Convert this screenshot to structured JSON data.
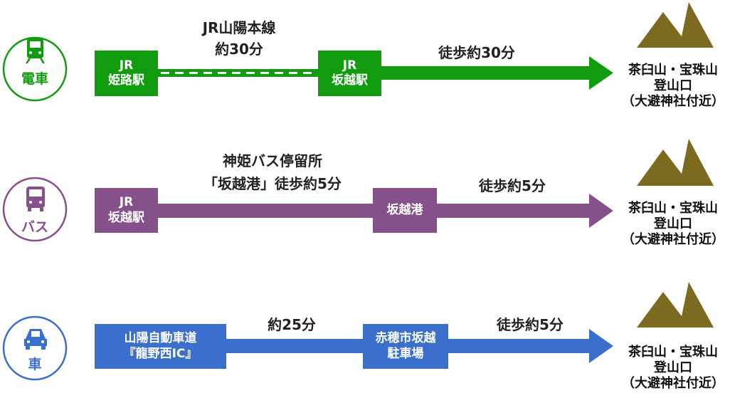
{
  "colors": {
    "train": "#109c0e",
    "bus": "#86508b",
    "car": "#3b6fcc",
    "mountain": "#7c6a21",
    "text": "#222222"
  },
  "destination": {
    "line1": "茶臼山・宝珠山",
    "line2": "登山口",
    "line3": "（大避神社付近）"
  },
  "rows": [
    {
      "mode_label": "電車",
      "mode_icon": "train-icon",
      "box1": {
        "line1": "JR",
        "line2": "姫路駅"
      },
      "segment1": {
        "line1": "JR山陽本線",
        "line2": "約30分"
      },
      "box2": {
        "line1": "JR",
        "line2": "坂越駅"
      },
      "segment2": {
        "line1": "徒歩約30分"
      }
    },
    {
      "mode_label": "バス",
      "mode_icon": "bus-icon",
      "box1": {
        "line1": "JR",
        "line2": "坂越駅"
      },
      "segment1": {
        "line1": "神姫バス停留所",
        "line2": "「坂越港」徒歩約5分"
      },
      "box2": {
        "line1": "坂越港"
      },
      "segment2": {
        "line1": "徒歩約5分"
      }
    },
    {
      "mode_label": "車",
      "mode_icon": "car-icon",
      "box1": {
        "line1": "山陽自動車道",
        "line2": "『龍野西IC』"
      },
      "segment1": {
        "line1": "約25分"
      },
      "box2": {
        "line1": "赤穂市坂越",
        "line2": "駐車場"
      },
      "segment2": {
        "line1": "徒歩約5分"
      }
    }
  ]
}
